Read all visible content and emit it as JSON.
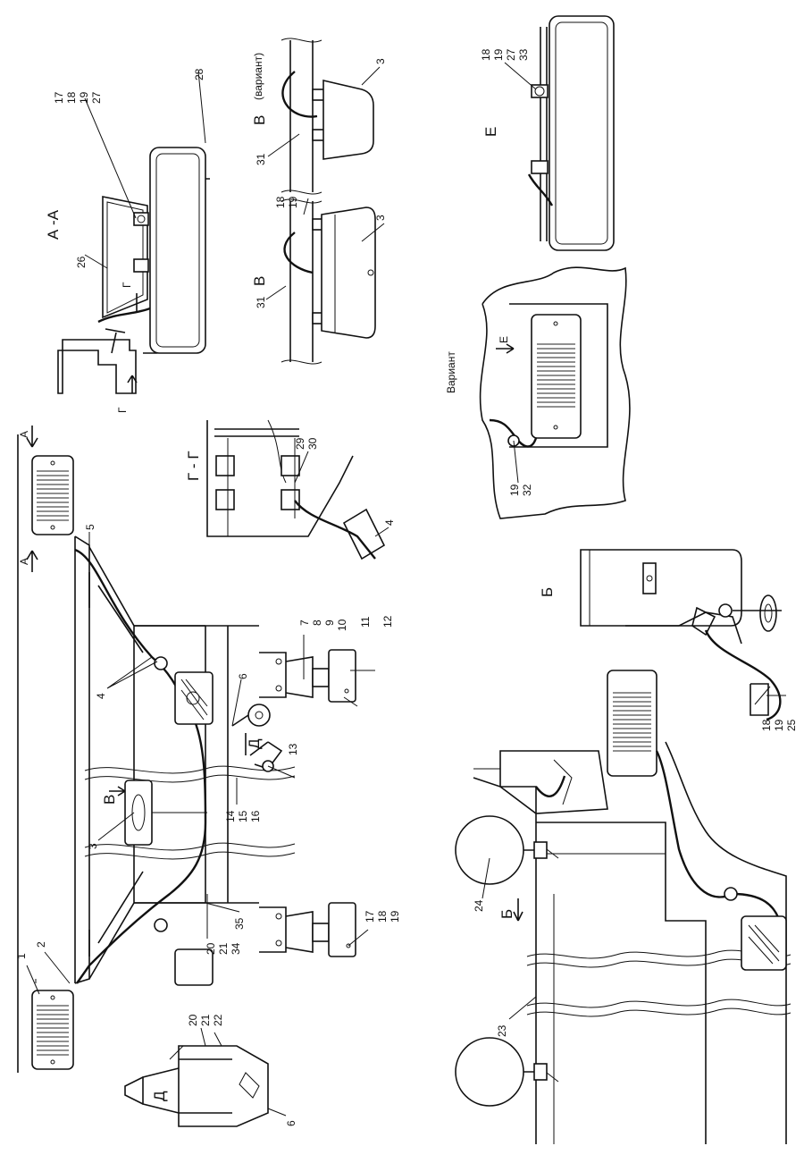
{
  "views": {
    "aa": "А -А",
    "b": "Б",
    "v": "В",
    "v_variant": "В",
    "variant_note": "(вариант)",
    "gg": "Г - Г",
    "d": "Д",
    "e": "Е",
    "variant": "Вариант",
    "a_arrow_top": "А",
    "a_arrow_bottom": "А",
    "b_arrow": "Б",
    "v_arrow": "В",
    "d_arrow": "Д",
    "g_arrow_left": "Г",
    "g_arrow_right": "Г",
    "e_arrow": "Е"
  },
  "callouts": {
    "c1": "1",
    "c2": "2",
    "c3_main": "3",
    "c4_main": "4",
    "c5": "5",
    "c6_main": "6",
    "c7": "7",
    "c8": "8",
    "c9": "9",
    "c10": "10",
    "c11": "11",
    "c12": "12",
    "c13": "13",
    "c14": "14",
    "c15": "15",
    "c16": "16",
    "c17_main": "17",
    "c18_main": "18",
    "c19_main": "19",
    "c20_main": "20",
    "c21_main": "21",
    "c34": "34",
    "c35": "35",
    "c20_d": "20",
    "c21_d": "21",
    "c22": "22",
    "c6_d": "6",
    "c17_aa": "17",
    "c18_aa": "18",
    "c19_aa": "19",
    "c27_aa": "27",
    "c26": "26",
    "c28": "28",
    "c31_v": "31",
    "c18_v": "18",
    "c19_v": "19",
    "c3_v": "3",
    "c31_vv": "31",
    "c3_vv": "3",
    "c18_e": "18",
    "c19_e": "19",
    "c27_e": "27",
    "c33": "33",
    "c29": "29",
    "c30": "30",
    "c4_gg": "4",
    "c19_var": "19",
    "c32": "32",
    "c23": "23",
    "c24": "24",
    "c18_b": "18",
    "c19_b": "19",
    "c25": "25"
  }
}
